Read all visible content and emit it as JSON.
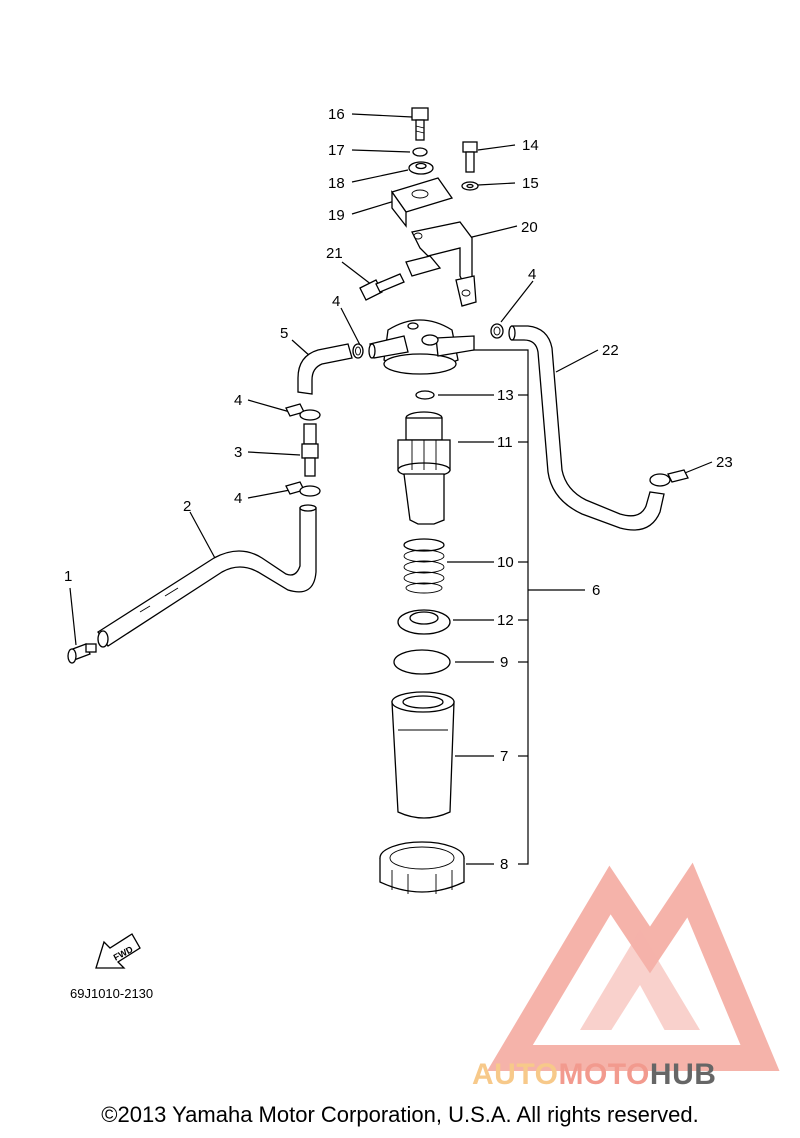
{
  "diagram": {
    "callouts": [
      {
        "id": "1",
        "label": "1"
      },
      {
        "id": "2",
        "label": "2"
      },
      {
        "id": "3",
        "label": "3"
      },
      {
        "id": "4a",
        "label": "4"
      },
      {
        "id": "4b",
        "label": "4"
      },
      {
        "id": "4c",
        "label": "4"
      },
      {
        "id": "4d",
        "label": "4"
      },
      {
        "id": "5",
        "label": "5"
      },
      {
        "id": "6",
        "label": "6"
      },
      {
        "id": "7",
        "label": "7"
      },
      {
        "id": "8",
        "label": "8"
      },
      {
        "id": "9",
        "label": "9"
      },
      {
        "id": "10",
        "label": "10"
      },
      {
        "id": "11",
        "label": "11"
      },
      {
        "id": "12",
        "label": "12"
      },
      {
        "id": "13",
        "label": "13"
      },
      {
        "id": "14",
        "label": "14"
      },
      {
        "id": "15",
        "label": "15"
      },
      {
        "id": "16",
        "label": "16"
      },
      {
        "id": "17",
        "label": "17"
      },
      {
        "id": "18",
        "label": "18"
      },
      {
        "id": "19",
        "label": "19"
      },
      {
        "id": "20",
        "label": "20"
      },
      {
        "id": "21",
        "label": "21"
      },
      {
        "id": "22",
        "label": "22"
      },
      {
        "id": "23",
        "label": "23"
      }
    ],
    "fwd_arrow_label": "FWD",
    "reference_code": "69J1010-2130"
  },
  "watermark": {
    "word_part_1": "AUTO",
    "word_part_2": "MOTO",
    "word_part_3": "HUB",
    "colors": {
      "light": "#f7c98a",
      "red": "#f29a8e",
      "gray": "#666666"
    }
  },
  "copyright": "©2013 Yamaha Motor Corporation, U.S.A. All rights reserved."
}
